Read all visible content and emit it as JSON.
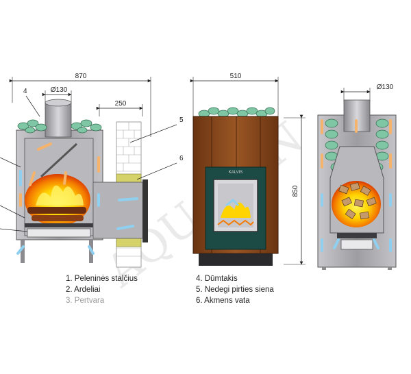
{
  "dimensions": {
    "left_width": "870",
    "flue_diameter_left": "Ø130",
    "wall_gap": "250",
    "mid_width": "510",
    "mid_height": "850",
    "flue_diameter_right": "Ø130"
  },
  "callouts": {
    "c4": "4",
    "c5": "5",
    "c6": "6"
  },
  "brand_plate": "KALVIS",
  "legend_left": [
    "1. Peleninės stalčius",
    "2. Ardeliai",
    "3. Pertvara"
  ],
  "legend_right": [
    "4. Dūmtakis",
    "5. Nedegi pirties siena",
    "6. Akmens vata"
  ],
  "watermark": "AQUASAN",
  "colors": {
    "steel": "#a8a8ac",
    "steel_dark": "#6e6e74",
    "fire_yellow": "#ffd400",
    "fire_orange": "#f47a00",
    "stone_green": "#7fc6a4",
    "wood_brown": "#8a4b1e",
    "insulation": "#d6d26a",
    "arrow_cold": "#8fd0f0",
    "arrow_hot": "#f5b36b"
  }
}
